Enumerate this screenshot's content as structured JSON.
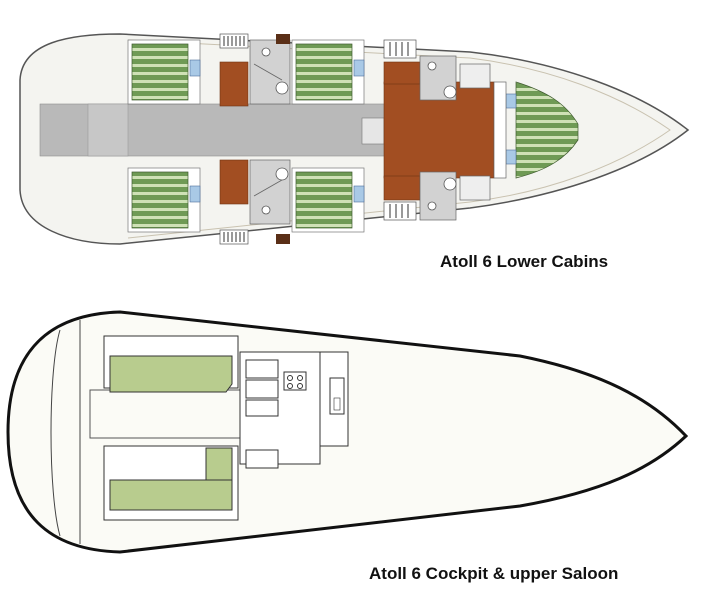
{
  "captions": {
    "lower": "Atoll 6 Lower Cabins",
    "upper": "Atoll 6 Cockpit & upper Saloon"
  },
  "colors": {
    "hull_outline": "#111111",
    "hull_fill_lower": "#f4f4f0",
    "hull_fill_upper": "#fbfbf6",
    "bunk_green": "#6f9a55",
    "bunk_stripe": "#cfe1b6",
    "wood_floor": "#a24e22",
    "corridor_gray": "#b9b9b9",
    "head_gray": "#d2d2d2",
    "pillow_blue": "#a9c9e6",
    "seat_green": "#b8cc8e",
    "caption_text": "#111111"
  },
  "icons": [
    "hull-outline",
    "bunk",
    "head-toilet",
    "sink",
    "stove",
    "chart-table"
  ]
}
